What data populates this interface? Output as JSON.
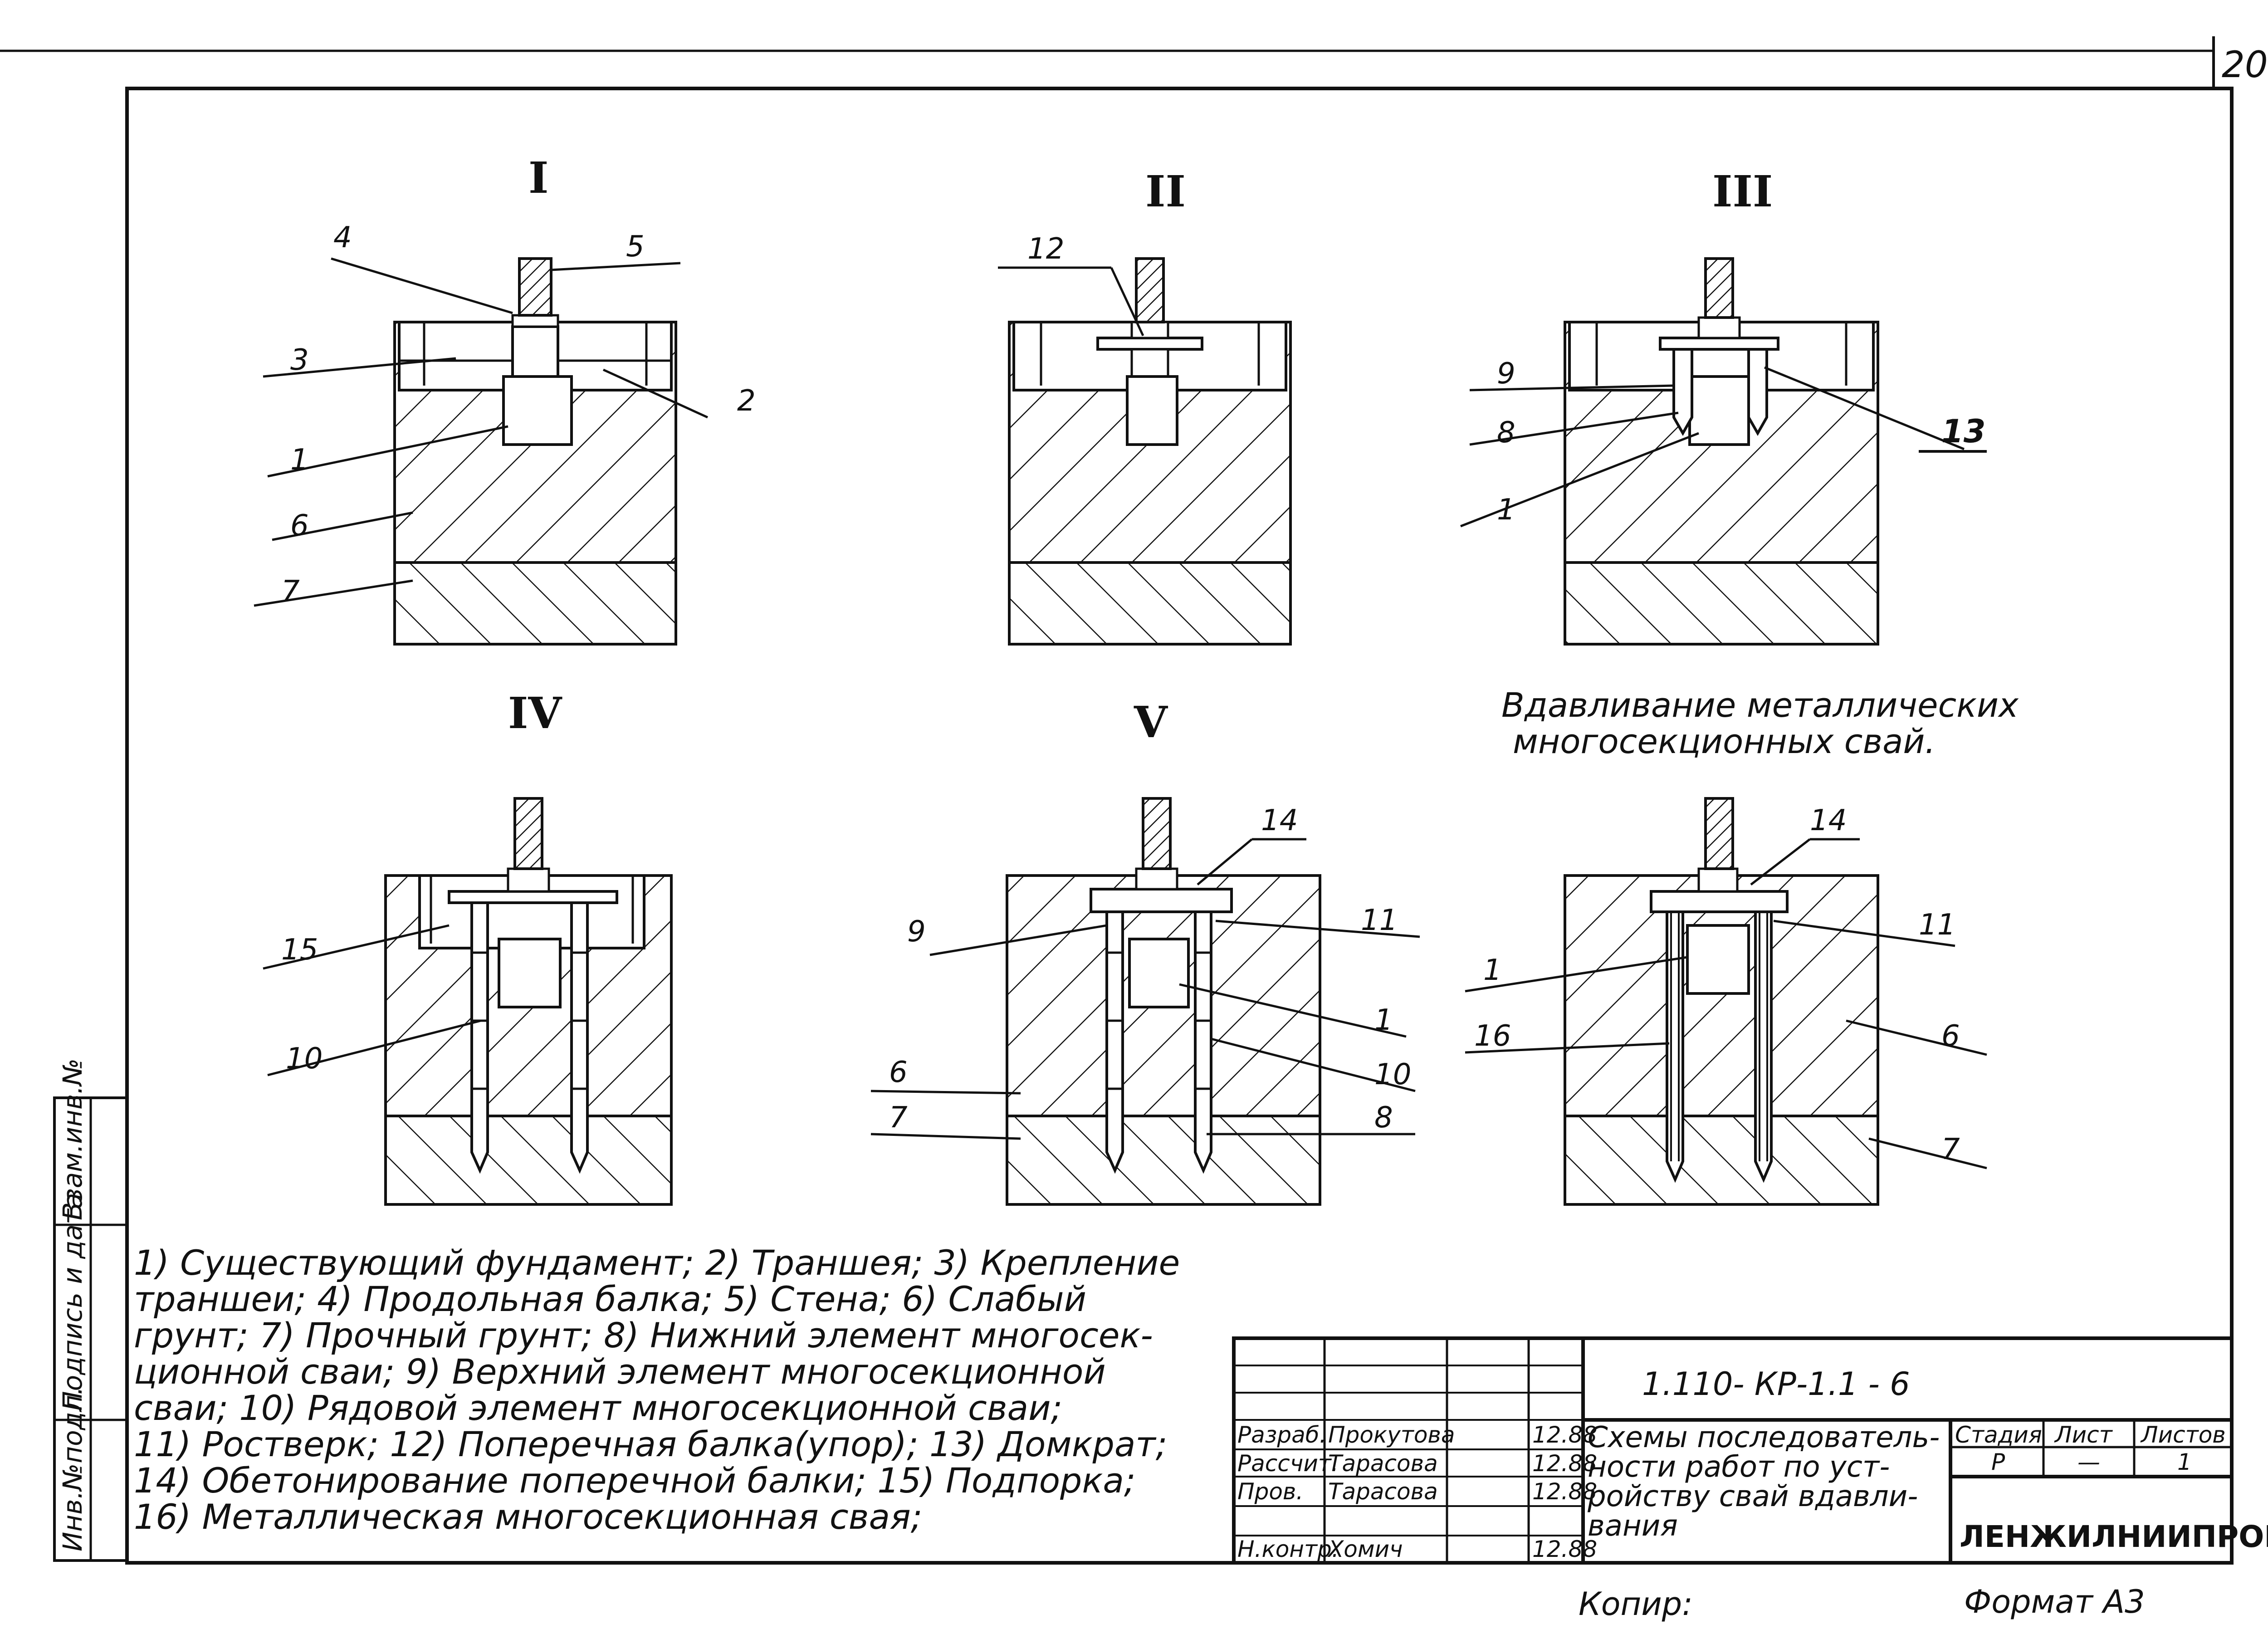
{
  "sheet": {
    "page_number": "20",
    "copied_by": "Копир:",
    "format": "Формат А3"
  },
  "figures": [
    {
      "id": "I",
      "label": "I"
    },
    {
      "id": "II",
      "label": "II"
    },
    {
      "id": "III",
      "label": "III"
    },
    {
      "id": "IV",
      "label": "IV"
    },
    {
      "id": "V",
      "label": "V"
    }
  ],
  "caption": [
    "Вдавливание металлических",
    "многосекционных свай."
  ],
  "callouts": {
    "fig1": [
      "4",
      "5",
      "3",
      "2",
      "1",
      "6",
      "7"
    ],
    "fig2": [
      "12"
    ],
    "fig3": [
      "9",
      "8",
      "13",
      "1"
    ],
    "fig4": [
      "15",
      "10"
    ],
    "fig5": [
      "14",
      "9",
      "11",
      "1",
      "10",
      "6",
      "7",
      "8"
    ],
    "fig6": [
      "14",
      "11",
      "1",
      "16",
      "6",
      "7"
    ]
  },
  "legend_lines": [
    "1) Существующий фундамент; 2) Траншея; 3) Крепление",
    "траншеи; 4) Продольная балка; 5) Стена; 6) Слабый",
    "грунт; 7) Прочный грунт; 8) Нижний элемент многосек-",
    "ционной сваи; 9) Верхний элемент многосекционной",
    "сваи; 10) Рядовой элемент многосекционной сваи;",
    "11) Ростверк; 12) Поперечная балка(упор); 13) Домкрат;",
    "14) Обетонирование поперечной балки; 15) Подпорка;",
    "16) Металлическая многосекционная свая;"
  ],
  "side_stamp": [
    "Инв.№подл.",
    "Подпись и дата",
    "Взам.инв.№"
  ],
  "title_block": {
    "doc_code": "1.110- КР-1.1  - 6",
    "rows": [
      {
        "role": "Разраб.",
        "name": "Прокутова",
        "date": "12.88"
      },
      {
        "role": "Рассчит.",
        "name": "Тарасова",
        "date": "12.88"
      },
      {
        "role": "Пров.",
        "name": "Тарасова",
        "date": "12.88"
      },
      {
        "role": "Н.контр.",
        "name": "Хомич",
        "date": "12.88"
      }
    ],
    "title": [
      "Схемы последователь-",
      "ности работ по уст-",
      "ройству свай вдавли-",
      "вания"
    ],
    "stage_header": "Стадия",
    "sheet_header": "Лист",
    "sheets_header": "Листов",
    "stage": "Р",
    "sheet": "—",
    "sheets": "1",
    "organization": "ЛЕНЖИЛНИИПРОЕКТ"
  }
}
